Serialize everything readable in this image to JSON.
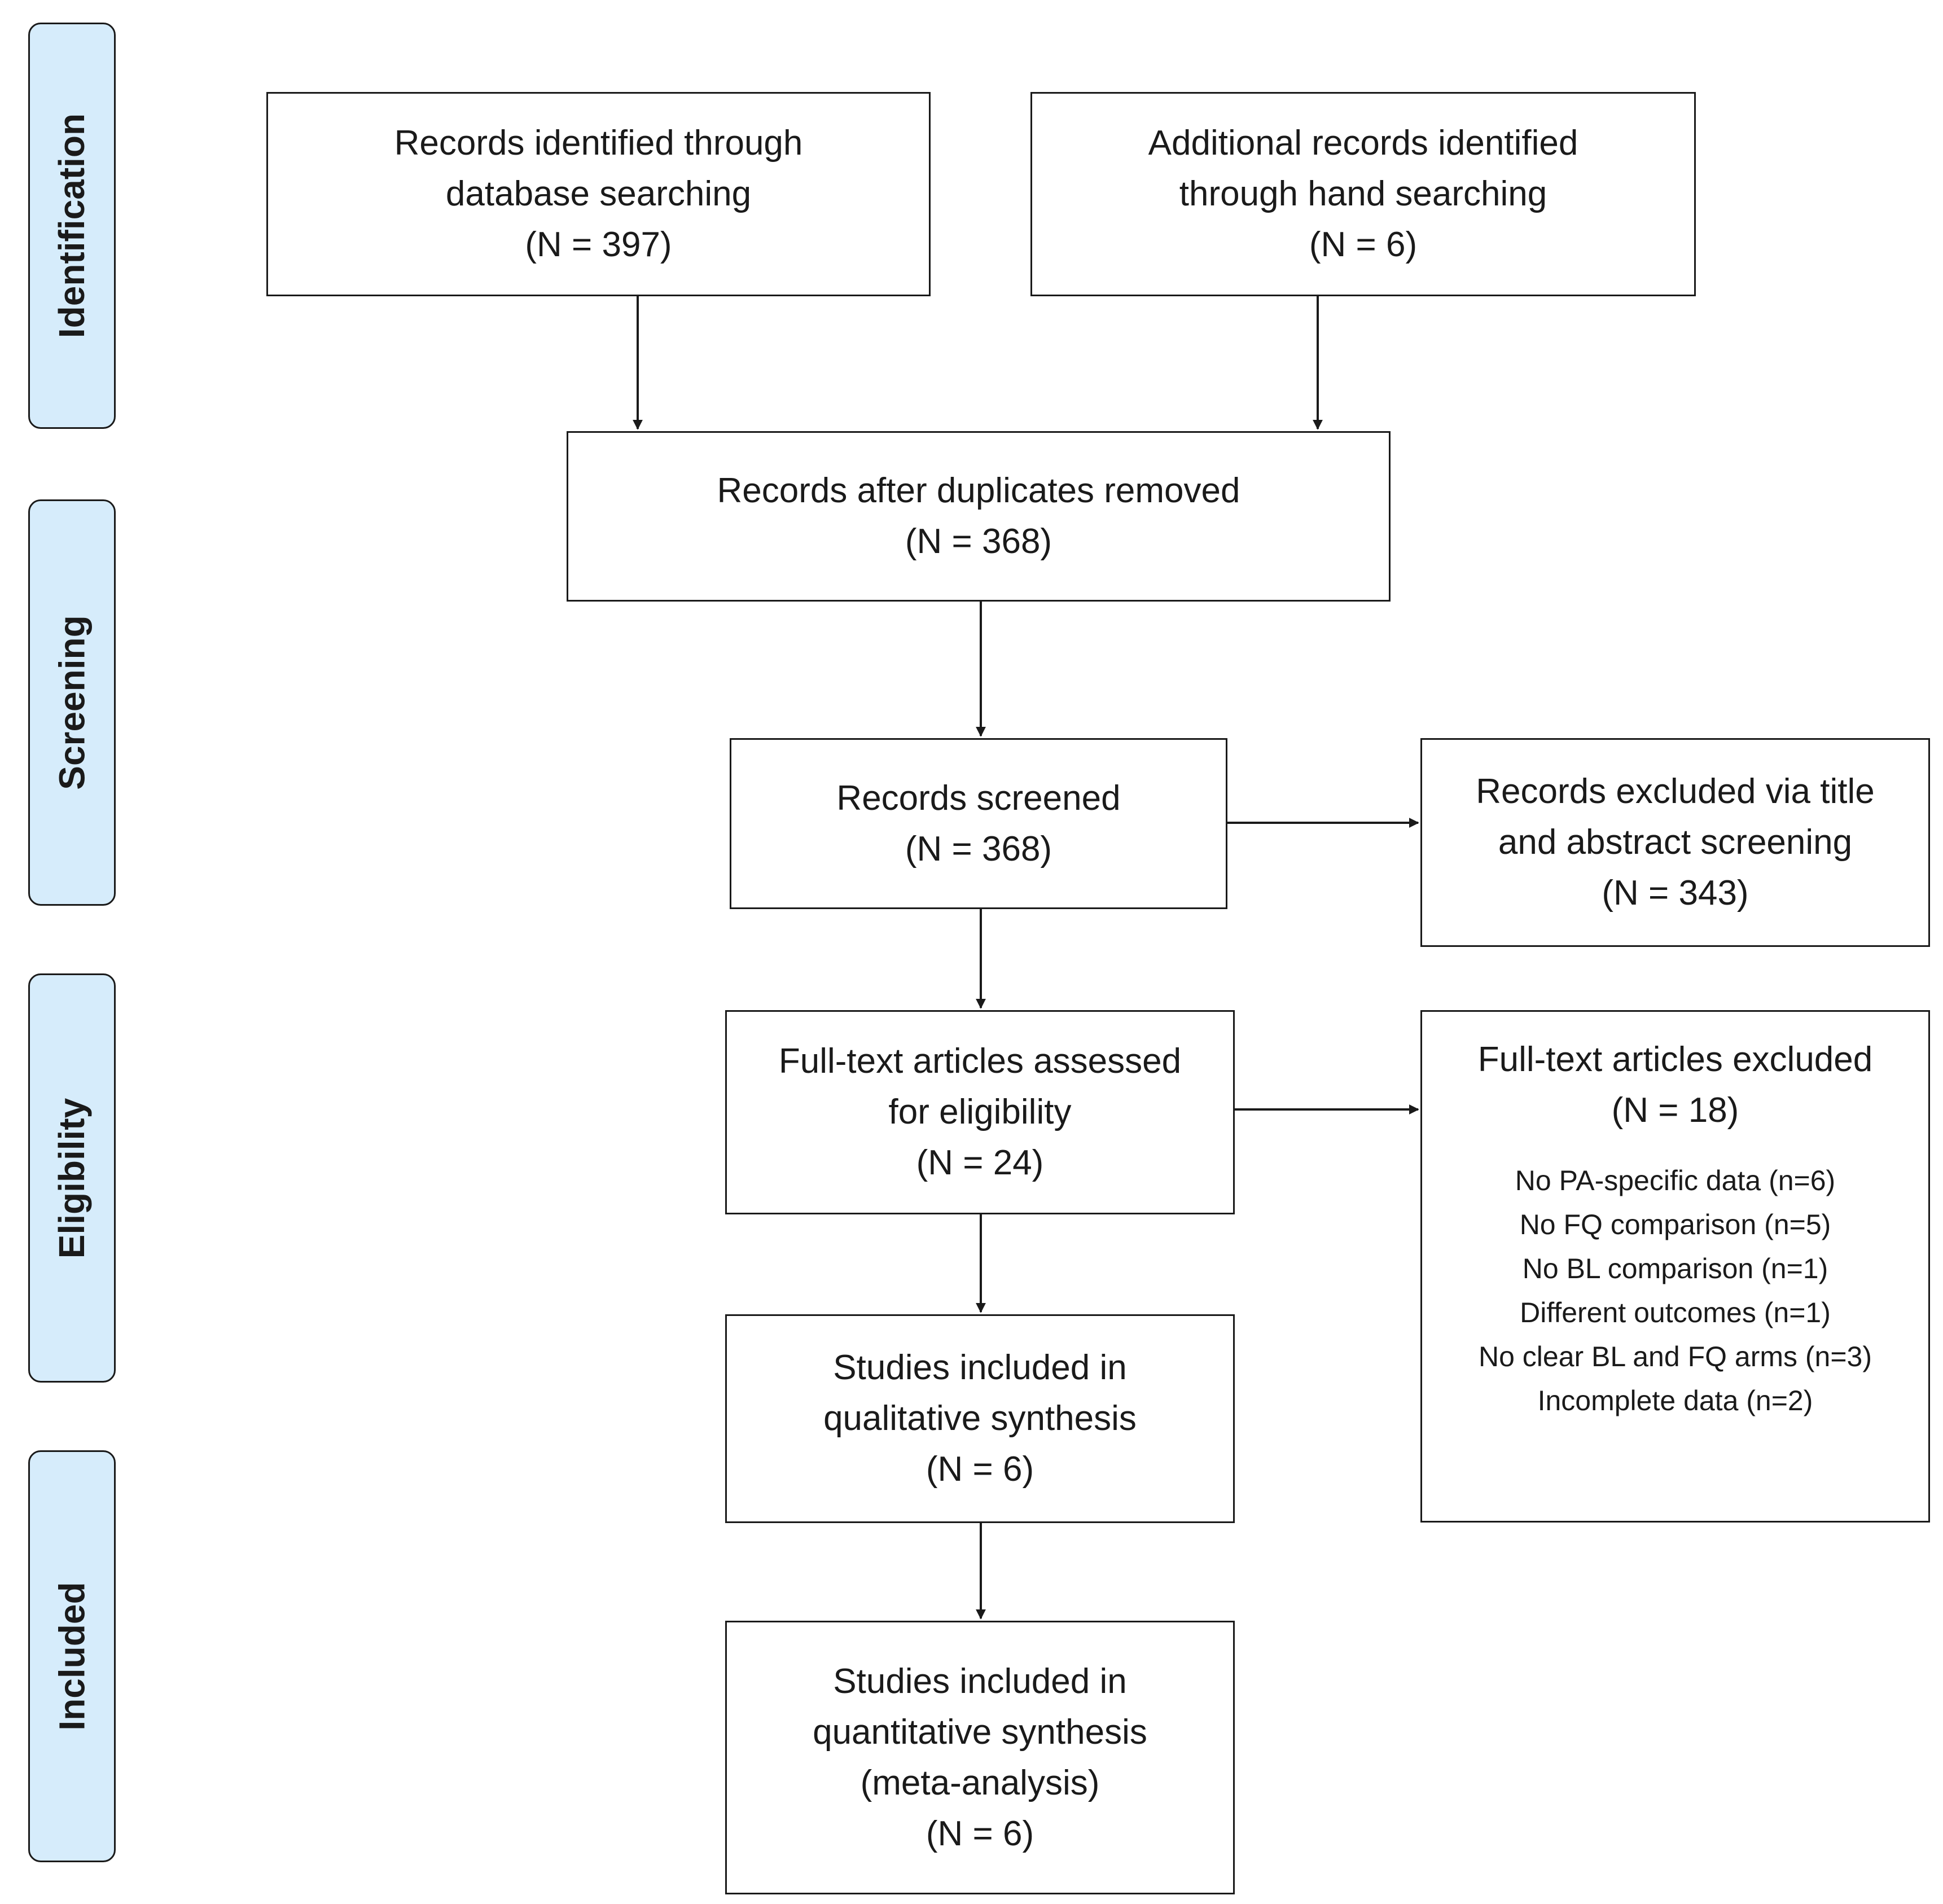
{
  "phases": {
    "identification": "Identification",
    "screening": "Screening",
    "eligibility": "Eligibility",
    "included": "Included"
  },
  "boxes": {
    "database_search": {
      "line1": "Records identified through",
      "line2": "database searching",
      "count": "(N = 397)"
    },
    "hand_search": {
      "line1": "Additional records identified",
      "line2": "through hand searching",
      "count": "(N = 6)"
    },
    "duplicates_removed": {
      "line1": "Records after duplicates removed",
      "count": "(N = 368)"
    },
    "screened": {
      "line1": "Records screened",
      "count": "(N = 368)"
    },
    "excluded_title_abstract": {
      "line1": "Records excluded via title",
      "line2": "and abstract screening",
      "count": "(N = 343)"
    },
    "fulltext_assessed": {
      "line1": "Full-text articles assessed",
      "line2": "for eligibility",
      "count": "(N = 24)"
    },
    "fulltext_excluded": {
      "line1": "Full-text articles excluded",
      "count": "(N = 18)",
      "reasons": [
        "No PA-specific data (n=6)",
        "No FQ comparison  (n=5)",
        "No BL comparison  (n=1)",
        "Different outcomes (n=1)",
        "No clear  BL and FQ arms (n=3)",
        "Incomplete data (n=2)"
      ]
    },
    "qualitative": {
      "line1": "Studies included in",
      "line2": "qualitative synthesis",
      "count": "(N = 6)"
    },
    "quantitative": {
      "line1": "Studies included in",
      "line2": "quantitative synthesis",
      "line3": "(meta-analysis)",
      "count": "(N = 6)"
    }
  }
}
